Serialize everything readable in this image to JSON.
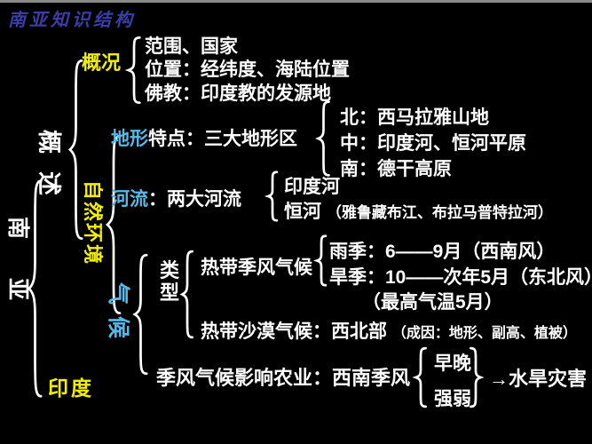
{
  "page": {
    "title": "南亚知识结构"
  },
  "colors": {
    "background": "#000000",
    "title_blue": "#3d3da8",
    "highlight_yellow": "#f2ee00",
    "highlight_cyan": "#5ab8e6",
    "text_white": "#ffffff"
  },
  "tree": {
    "root_label": "南亚",
    "overview_label": "概述",
    "india_label": "印度",
    "general": {
      "label": "概况",
      "items": [
        "范围、国家",
        "位置：经纬度、海陆位置",
        "佛教：印度教的发源地"
      ]
    },
    "natural_env": {
      "label": "自然环境",
      "terrain": {
        "label": "地形",
        "text": "特点：三大地形区",
        "items": [
          "北：西马拉雅山地",
          "中：印度河、恒河平原",
          "南：德干高原"
        ]
      },
      "rivers": {
        "label": "河流",
        "text": "：两大河流",
        "items": [
          "印度河",
          "恒河"
        ],
        "note": "（雅鲁藏布江、布拉马普特拉河）"
      },
      "climate": {
        "label": "气候",
        "type_label": "类型",
        "monsoon": {
          "label": "热带季风气候",
          "rainy": "雨季：6——9月（西南风）",
          "dry": "旱季：10——次年5月（东北风）",
          "temp_note": "（最高气温5月）"
        },
        "desert": {
          "label": "热带沙漠气候：西北部",
          "note": "（成因：地形、副高、植被）"
        },
        "agriculture": {
          "label": "季风气候影响农业：西南季风",
          "factor1": "早晚",
          "factor2": "强弱",
          "arrow": "→",
          "result": "水旱灾害"
        }
      }
    }
  }
}
